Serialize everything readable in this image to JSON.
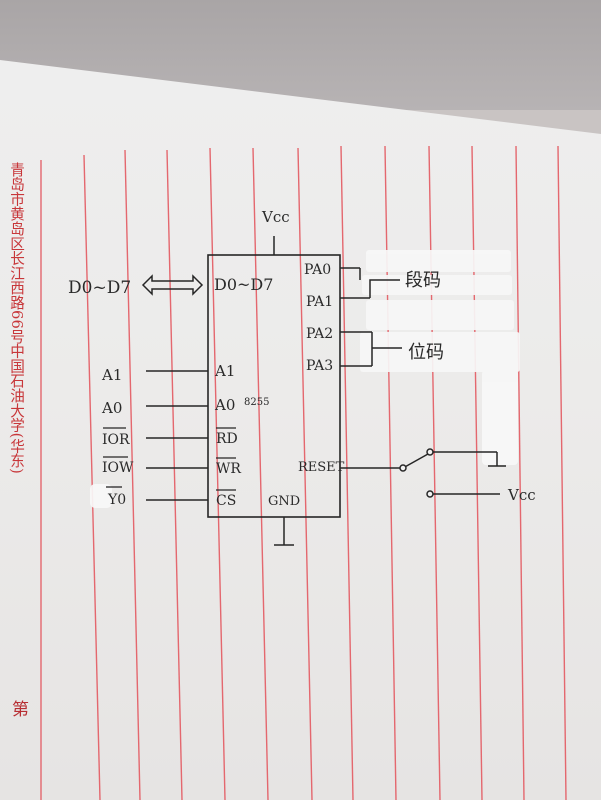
{
  "paper": {
    "header_stamp": "青岛市黄岛区长江西路66号中国石油大学(华东)",
    "page_mark": "第"
  },
  "diagram": {
    "chip_name": "8255",
    "vcc_top": "Vcc",
    "vcc_right": "Vcc",
    "gnd": "GND",
    "bus_label": "D0~D7",
    "chip_pins_left": {
      "data": "D0~D7",
      "a1": "A1",
      "a0": "A0",
      "rd": "RD",
      "wr": "WR",
      "cs": "CS"
    },
    "chip_pins_right": {
      "pa0": "PA0",
      "pa1": "PA1",
      "pa2": "PA2",
      "pa3": "PA3",
      "reset": "RESET"
    },
    "signals_left": {
      "a1": "A1",
      "a0": "A0",
      "ior": "IOR",
      "iow": "IOW",
      "y": "Y0"
    },
    "notes": {
      "segment": "段码",
      "digit": "位码"
    }
  }
}
